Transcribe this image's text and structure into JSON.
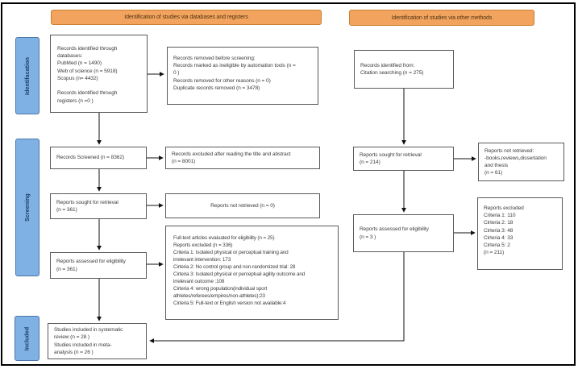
{
  "colors": {
    "header_fill": "#f2a45f",
    "header_border": "#c87f2f",
    "header_text": "#50320f",
    "sidebar_fill": "#7fb1e5",
    "sidebar_border": "#4d77a8",
    "sidebar_text": "#173a5e",
    "box_border": "#5a5a5a",
    "box_text": "#3d3d3d",
    "arrow_color": "#111111"
  },
  "headers": {
    "databases": "Identification of studies via databases and registers",
    "other": "Identification of studies via other methods"
  },
  "side_labels": {
    "identification": "Identifacation",
    "screening": "Screening",
    "included": "Included"
  },
  "boxes": {
    "records_db": "Records identified through\ndatabases:\nPubMed (n = 1490)\nWeb of science (n = 5918)\nScopus (n= 4432)\n\nRecords identified through\nregisters (n =0 )",
    "records_removed": "Records removed before screening:\nRecords marked as ineligible by automation tools (n =\n0 )\nRecords removed for other reasons (n = 0)\nDuplicate records removed (n = 3478)",
    "records_screened": "Records Screened (n = 8362)",
    "records_excluded_title": "Records excluded after reading the title and abstract\n(n = 8001)",
    "reports_sought": "Reports sought for retrieval\n(n = 361)",
    "reports_not_retrieved": "Reports not retrieved (n = 0)",
    "reports_assessed": "Reports assessed for eligibility\n(n = 361)",
    "fulltext_criteria": "Full-text articles evaluated for eligibility (n = 25)\nReports excluded (n = 336)\nCriteria 1: Isolated physical or perceptual training and\nirrelevant intervention: 173\nCirteria 2: No control group and non-randomized trial: 28\nCirteria 3: Isolated physical or perceptual agility outcome and\nirrelevant outcome :108\nCirteria 4: wrong population(individual sport\nathletes/referees/empires/non-athletes):23\nCirteria 5: Full-text or English version not available:4",
    "studies_included": "Studies included in systematic\nreview (n = 28 )\nStudies included in meta-\nanalysis  (n = 26 )",
    "records_citation": "Records identified from:\nCitation searching (n = 275)",
    "reports_sought_other": "Reports sought for retrieval\n(n = 214)",
    "reports_not_retrieved_other": "Reports not retrieved:\n-books,reviews,dissertation\nand thesis\n(n = 61)",
    "reports_assessed_other": "Reports assessed for eligibility\n(n = 3 )",
    "reports_excluded_other": "Reports excluded\nCriteria 1: 110\nCirteria 2: 18\nCirteria 3: 48\nCirteria 4: 33\nCirteria 5: 2\n(n = 211)"
  }
}
